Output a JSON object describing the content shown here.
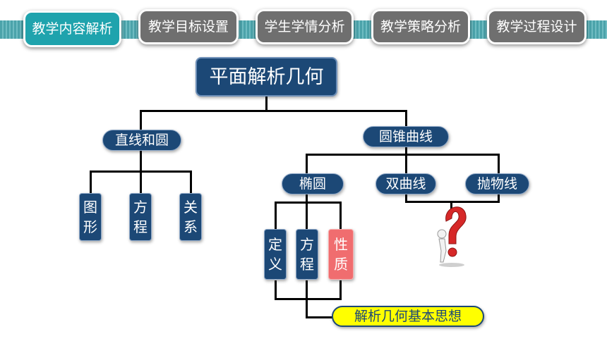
{
  "tabs": [
    {
      "label": "教学内容解析",
      "active": true
    },
    {
      "label": "教学目标设置",
      "active": false
    },
    {
      "label": "学生学情分析",
      "active": false
    },
    {
      "label": "教学策略分析",
      "active": false
    },
    {
      "label": "教学过程设计",
      "active": false
    }
  ],
  "tree": {
    "root": "平面解析几何",
    "line_circle": {
      "label": "直线和圆",
      "children": [
        {
          "chars": [
            "图",
            "形"
          ]
        },
        {
          "chars": [
            "方",
            "程"
          ]
        },
        {
          "chars": [
            "关",
            "系"
          ]
        }
      ]
    },
    "conic": {
      "label": "圆锥曲线",
      "ellipse": "椭圆",
      "hyperbola": "双曲线",
      "parabola": "抛物线",
      "ellipse_children": [
        {
          "chars": [
            "定",
            "义"
          ]
        },
        {
          "chars": [
            "方",
            "程"
          ]
        },
        {
          "chars": [
            "性",
            "质"
          ]
        }
      ]
    },
    "core_idea": "解析几何基本思想"
  },
  "colors": {
    "node": "#1c4876",
    "tab_active": "#1fa3ad",
    "tab_inactive": "#6f6f6f",
    "highlight_node": "#f06d6f",
    "core_idea_bg": "#ffff00"
  },
  "icons": [
    "question-mark-figure-icon"
  ]
}
